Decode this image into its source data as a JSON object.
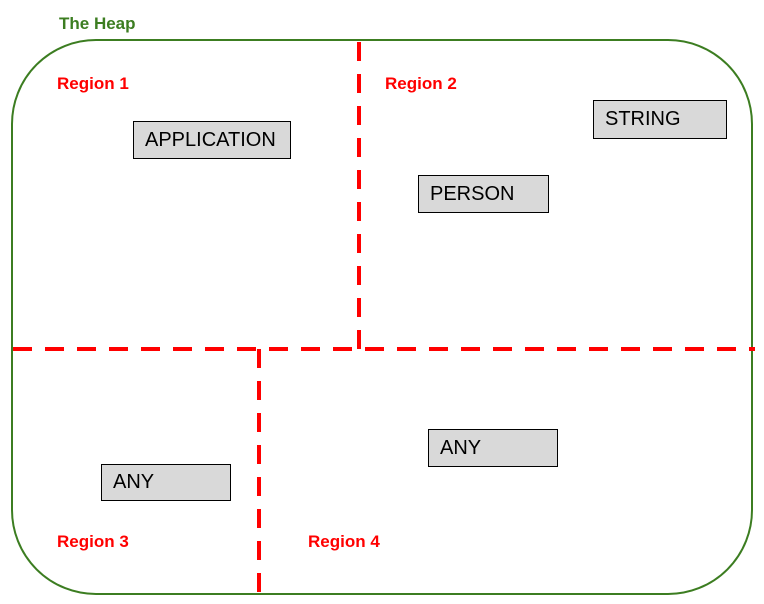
{
  "diagram": {
    "title": "The Heap",
    "colors": {
      "boundary_green": "#3C7D21",
      "divider_red": "#FF0000",
      "box_fill": "#D9D9D9",
      "box_border": "#000000"
    },
    "regions": [
      {
        "label": "Region 1"
      },
      {
        "label": "Region 2"
      },
      {
        "label": "Region 3"
      },
      {
        "label": "Region 4"
      }
    ],
    "boxes": [
      {
        "label": "APPLICATION",
        "region": "Region 1"
      },
      {
        "label": "STRING",
        "region": "Region 2"
      },
      {
        "label": "PERSON",
        "region": "Region 2"
      },
      {
        "label": "ANY",
        "region": "Region 3"
      },
      {
        "label": "ANY",
        "region": "Region 4"
      }
    ]
  }
}
